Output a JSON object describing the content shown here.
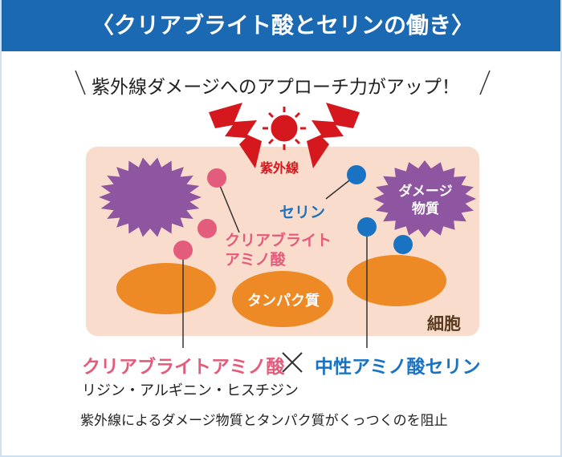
{
  "header": {
    "title": "〈クリアブライト酸とセリンの働き〉"
  },
  "subtitle": {
    "text": "紫外線ダメージへのアプローチ力がアップ！"
  },
  "diagram": {
    "uv_label": "紫外線",
    "serine_label": "セリン",
    "clearbright_label_1": "クリアブライト",
    "clearbright_label_2": "アミノ酸",
    "damage_label_1": "ダメージ",
    "damage_label_2": "物質",
    "protein_label": "タンパク質",
    "cell_label": "細胞"
  },
  "footer": {
    "left_title": "クリアブライトアミノ酸",
    "times": "×",
    "right_title": "中性アミノ酸セリン",
    "ingredients": "リジン・アルギニン・ヒスチジン",
    "description": "紫外線によるダメージ物質とタンパク質がくっつくのを阻止"
  },
  "colors": {
    "header": "#1c69b3",
    "pink": "#e45c7c",
    "blue": "#1a73c2",
    "red": "#d5171e",
    "purple": "#8e55a0",
    "orange": "#ee8a25",
    "cell": "#f9dccb",
    "brown": "#5a3a1e"
  }
}
